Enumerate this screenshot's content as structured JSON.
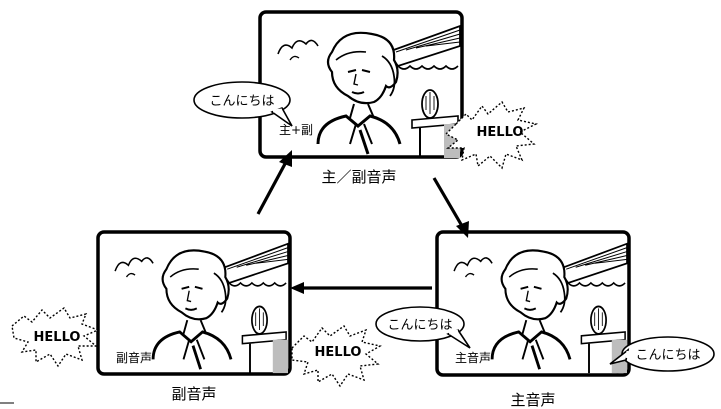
{
  "top": {
    "caption": "主／副音声",
    "tv_label": "主+副",
    "speech_left": "こんにちは",
    "speech_right": "HELLO"
  },
  "left": {
    "caption": "副音声",
    "tv_label": "副音声",
    "speech_left": "HELLO",
    "speech_right": "HELLO"
  },
  "right": {
    "caption": "主音声",
    "tv_label": "主音声",
    "speech_left": "こんにちは",
    "speech_right": "こんにちは"
  }
}
